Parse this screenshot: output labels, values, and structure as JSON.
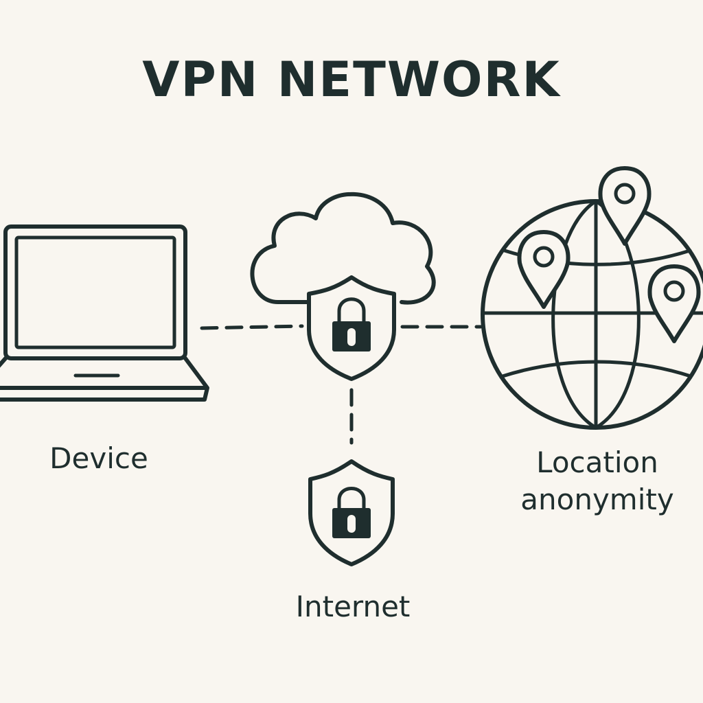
{
  "title": "VPN NETWORK",
  "nodes": {
    "device": {
      "label": "Device",
      "icon": "laptop-icon"
    },
    "vpn_server": {
      "icon": "cloud-shield-lock-icon"
    },
    "internet": {
      "label": "Internet",
      "icon": "shield-lock-icon"
    },
    "location": {
      "label_line1": "Location",
      "label_line2": "anonymity",
      "icon": "globe-location-pins-icon"
    }
  },
  "colors": {
    "background": "#f9f6f0",
    "ink": "#1f2e2e"
  }
}
